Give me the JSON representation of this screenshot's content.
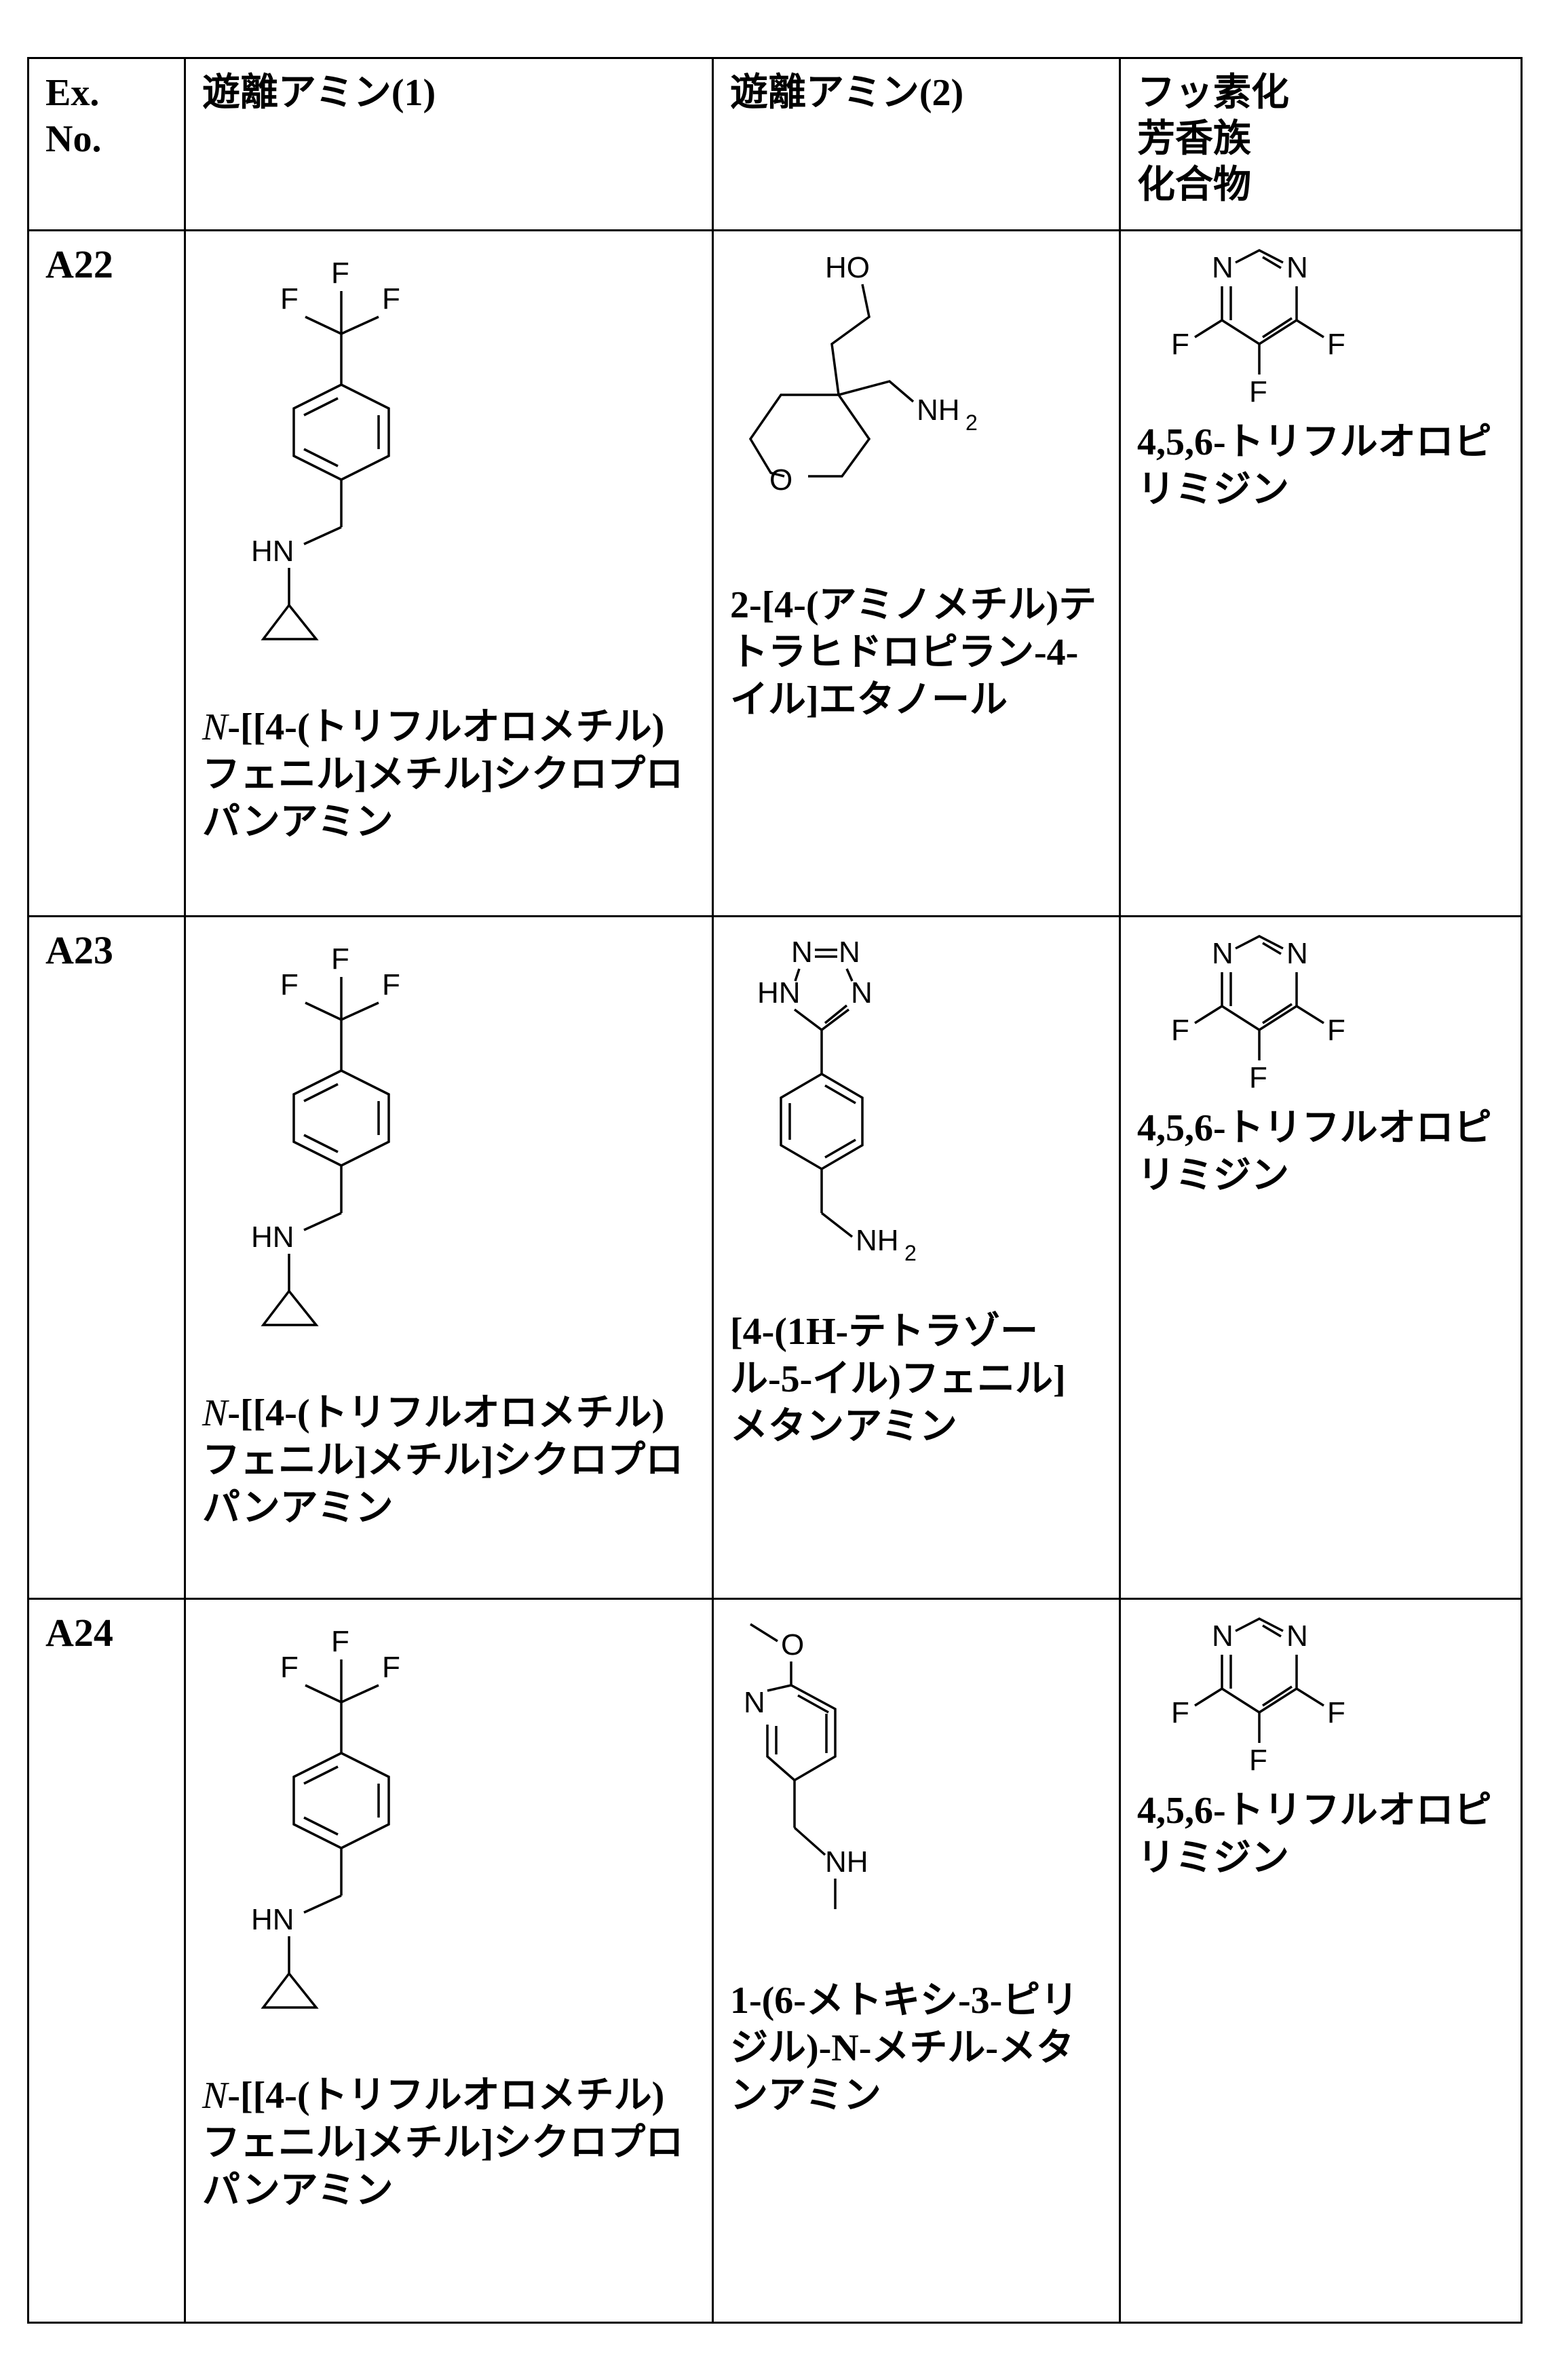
{
  "table": {
    "headers": [
      "Ex.\nNo.",
      "遊離アミン(1)",
      "遊離アミン(2)",
      "フッ素化\n芳香族\n化合物"
    ],
    "rows": [
      {
        "ex_no": "A22",
        "amine1": {
          "structure": "cyclopropyl-benzylamine-CF3",
          "prefix": "N",
          "name": "-[[4-(トリフルオロメチル)フェニル]メチル]シクロプロパンアミン"
        },
        "amine2": {
          "structure": "tetrahydropyran-aminomethyl-ethanol",
          "name": "2-[4-(アミノメチル)テトラヒドロピラン-4-イル]エタノール"
        },
        "fluoro_aromatic": {
          "structure": "trifluoropyrimidine",
          "name": "4,5,6-トリフルオロピリミジン"
        }
      },
      {
        "ex_no": "A23",
        "amine1": {
          "structure": "cyclopropyl-benzylamine-CF3",
          "prefix": "N",
          "name": "-[[4-(トリフルオロメチル)フェニル]メチル]シクロプロパンアミン"
        },
        "amine2": {
          "structure": "tetrazolyl-phenyl-methanamine",
          "name": "[4-(1H-テトラゾール-5-イル)フェニル]メタンアミン"
        },
        "fluoro_aromatic": {
          "structure": "trifluoropyrimidine",
          "name": "4,5,6-トリフルオロピリミジン"
        }
      },
      {
        "ex_no": "A24",
        "amine1": {
          "structure": "cyclopropyl-benzylamine-CF3",
          "prefix": "N",
          "name": "-[[4-(トリフルオロメチル)フェニル]メチル]シクロプロパンアミン"
        },
        "amine2": {
          "structure": "methoxypyridyl-N-methyl-methanamine",
          "name": "1-(6-メトキシ-3-ピリジル)-N-メチル-メタンアミン"
        },
        "fluoro_aromatic": {
          "structure": "trifluoropyrimidine",
          "name": "4,5,6-トリフルオロピリミジン"
        }
      }
    ]
  },
  "atoms": {
    "F": "F",
    "HN": "HN",
    "HO": "HO",
    "NH": "NH",
    "NH2": "NH",
    "sub2": "2",
    "O": "O",
    "N": "N"
  }
}
